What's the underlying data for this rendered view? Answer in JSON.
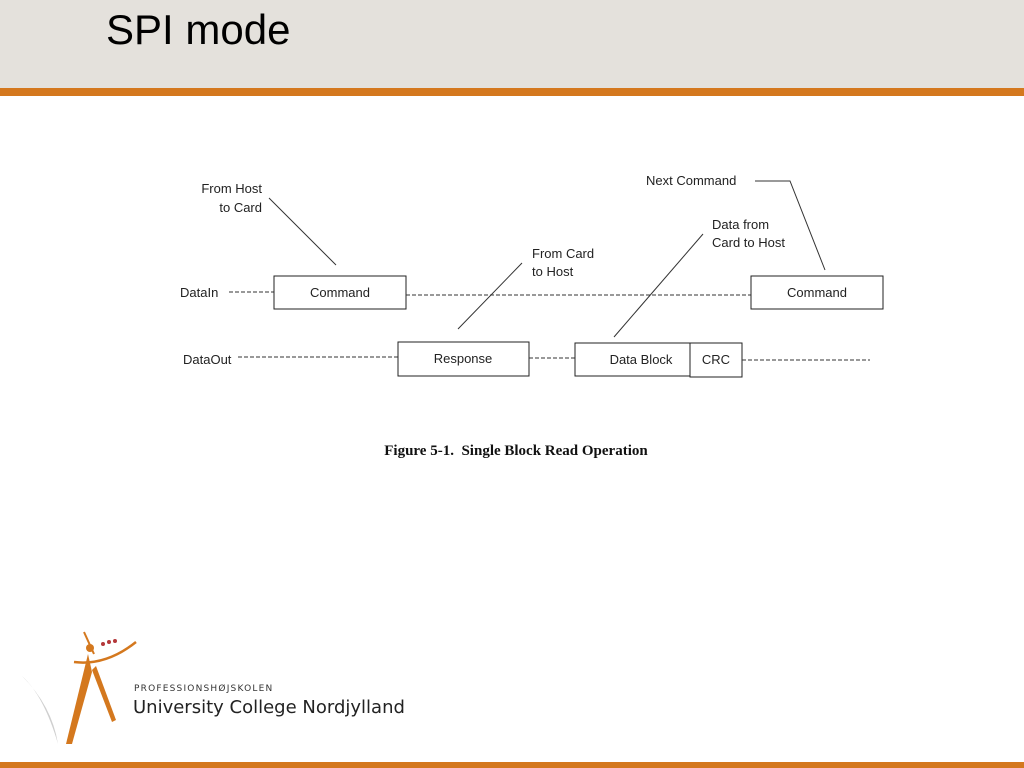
{
  "slide": {
    "title": "SPI mode"
  },
  "diagram": {
    "rows": {
      "datain": "DataIn",
      "dataout": "DataOut"
    },
    "boxes": {
      "command_1": "Command",
      "command_2": "Command",
      "response": "Response",
      "data_block": "Data Block",
      "crc": "CRC"
    },
    "callouts": {
      "from_host_line1": "From Host",
      "from_host_line2": "to Card",
      "from_card_line1": "From Card",
      "from_card_line2": "to Host",
      "data_from_line1": "Data from",
      "data_from_line2": "Card to Host",
      "next_command": "Next Command"
    },
    "caption": "Figure 5-1.  Single Block Read Operation"
  },
  "logo": {
    "small_text": "PROFESSIONSHØJSKOLEN",
    "big_text": "University College Nordjylland"
  },
  "colors": {
    "accent": "#d4781e",
    "title_bar": "#e4e1dc"
  }
}
